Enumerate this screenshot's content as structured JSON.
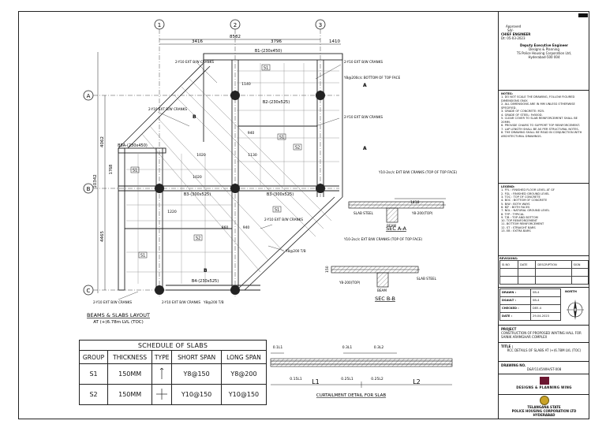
{
  "plan": {
    "grid_cols": [
      "1",
      "2",
      "3"
    ],
    "grid_rows": [
      "A",
      "B",
      "C"
    ],
    "dims_top": [
      "8582",
      "3416",
      "3796",
      "1410"
    ],
    "dims_left": [
      "10342",
      "4062",
      "4465",
      "1768"
    ],
    "beams": [
      "B1-(230x450)",
      "B2-(230x525)",
      "B3-(300x525)",
      "B3-(300x525)",
      "B4-(230x525)",
      "B5A-(230x450)"
    ],
    "slab_marks": [
      "S1",
      "S1",
      "S2",
      "S1",
      "S2",
      "S1",
      "S1"
    ],
    "cranked_note": "2-Y10 EXT B/W CRANKS",
    "cranked_note2": "Y8@200c/c BOTTOM OF TOP FACE",
    "bar_note": "Y8@200 T/B",
    "misc_dims": [
      "1140",
      "940",
      "1020",
      "1130",
      "1020",
      "860",
      "940",
      "1220"
    ],
    "layout_title": "BEAMS & SLABS LAYOUT",
    "layout_subtitle": "AT (+)6.78m LVL (TOC)"
  },
  "sections": {
    "sec_aa_label": "SEC A-A",
    "sec_bb_label": "SEC B-B",
    "note_aa": "Y10-2sc/c EXT B/W CRANKS (TOP OF TOP FACE)",
    "note_bb": "Y10-2sc/c EXT B/W CRANKS (TOP OF TOP FACE)",
    "rebar_aa": "Y8-200(TOP)",
    "rebar_bb": "Y8-200(TOP)",
    "dim_aa": "1410",
    "dim_bb": "150",
    "tags": [
      "BEAM",
      "SLAB STEEL"
    ]
  },
  "schedule": {
    "title": "SCHEDULE OF SLABS",
    "headers": [
      "GROUP",
      "THICKNESS",
      "TYPE",
      "SHORT SPAN",
      "LONG SPAN"
    ],
    "rows": [
      {
        "group": "S1",
        "thickness": "150MM",
        "short": "Y8@150",
        "long": "Y8@200"
      },
      {
        "group": "S2",
        "thickness": "150MM",
        "short": "Y10@150",
        "long": "Y10@150"
      }
    ]
  },
  "curtailment": {
    "title": "CURTAILMENT DETAIL FOR SLAB",
    "labels": [
      "0.1L1",
      "0.3L1",
      "0.3L2",
      "0.15L1",
      "0.25L1",
      "0.25L2",
      "L1",
      "L2"
    ]
  },
  "title_block": {
    "approved": "Approved",
    "sd": "Sd/-",
    "chief_engineer": "CHIEF ENGINEER",
    "chief_date": "Dt: 05-03-2023",
    "dy_engineer": "Deputy Executive Engineer",
    "dy_dept": "Designs & Planning",
    "dy_org": "TS Police Housing Corporation Ltd,",
    "dy_city": "Hyderabad-500 004",
    "notes_title": "NOTES:",
    "notes": [
      "1. DO NOT SCALE THE DRAWING, FOLLOW FIGURED DIMENSIONS ONLY.",
      "2. ALL DIMENSIONS ARE IN MM UNLESS OTHERWISE SPECIFIED.",
      "3. GRADE OF CONCRETE: M25.",
      "4. GRADE OF STEEL: Fe500D.",
      "5. CLEAR COVER TO SLAB REINFORCEMENT SHALL BE 20MM.",
      "6. PROVIDE CHAIRS TO SUPPORT TOP REINFORCEMENT.",
      "7. LAP LENGTH SHALL BE AS PER STRUCTURAL NOTES.",
      "8. THE DRAWING SHALL BE READ IN CONJUNCTION WITH ARCHITECTURAL DRAWINGS."
    ],
    "legend_title": "LEGEND:",
    "legend": [
      "1. FFL : FINISHED FLOOR LEVEL AT GF",
      "2. FGL : FINISHED GROUND LEVEL",
      "3. TOC : TOP OF CONCRETE",
      "4. BOC : BOTTOM OF CONCRETE",
      "5. B/W : BOTH WAYS",
      "6. B/F : BOTH FACES",
      "7. NGL : NATURAL GROUND LEVEL",
      "8. TYP : TYPICAL",
      "9. T/B : TOP AND BOTTOM",
      "10. TOP REINFORCEMENT",
      "11. BOTTOM REINFORCEMENT",
      "12. ST : STRAIGHT BARS",
      "13. EB : EXTRA BARS"
    ],
    "revisions_title": "REVISIONS:",
    "rev_headers": [
      "SI.NO",
      "DATE",
      "DESCRIPTION",
      "SIGN"
    ],
    "drawn_label": "DRAWN :",
    "drawn_val": "SB-4",
    "dsault_label": "DSAULT :",
    "dsault_val": "SB-4",
    "checked_label": "CHECKED :",
    "checked_val": "DEE-4",
    "date_label": "DATE :",
    "date_val": "29-04-2023",
    "north_label": "NORTH",
    "project_label": "PROJECT",
    "project_val": "CONSTRUCTION OF PROPOSED WAITING HALL FOR SAINIK ARAMGHAR COMPLEX",
    "title_label": "TITLE :",
    "title_val": "RCC DETAILS OF SLABS AT (+)6.78M LVL (TOC)",
    "drawing_no_label": "DRAWING NO.",
    "drawing_no_val": "D&P/1145/WH/ST-008",
    "dept_name": "DESIGNS & PLANNING WING",
    "org_1": "TELANGANA STATE",
    "org_2": "POLICE HOUSING CORPORATION LTD",
    "org_3": "HYDERABAD"
  },
  "colors": {
    "line": "#222222",
    "accent": "#6b1630",
    "emblem": "#c9a227"
  }
}
